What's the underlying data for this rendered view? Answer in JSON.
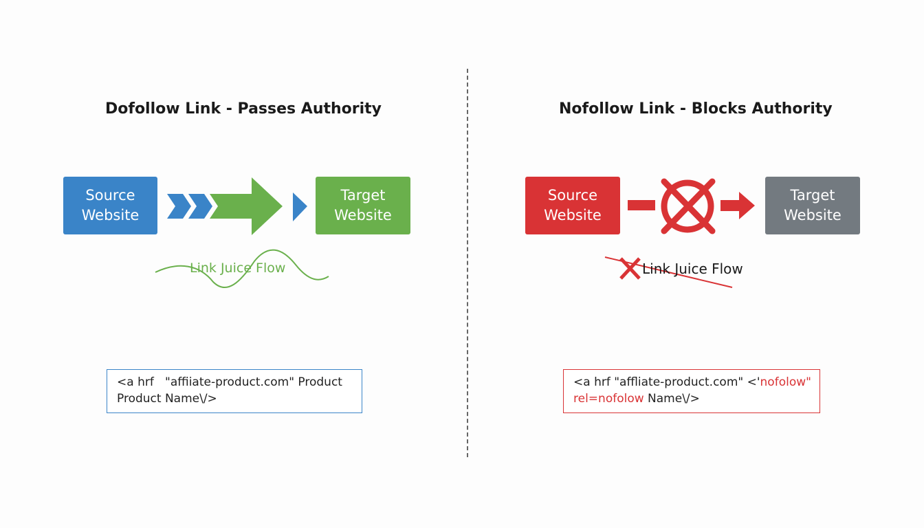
{
  "colors": {
    "blue": "#3a84c8",
    "green": "#6ab04c",
    "red": "#d93335",
    "gray": "#737a80"
  },
  "left": {
    "title": "Dofollow Link - Passes Authority",
    "source": "Source\nWebsite",
    "target": "Target\nWebsite",
    "flow_label": "Link Juice Flow",
    "code_line1": "<a hrf   \"affiiate-product.com\" Product",
    "code_line2": "Product Name\\/>"
  },
  "right": {
    "title": "Nofollow Link - Blocks Authority",
    "source": "Source\nWebsite",
    "target": "Target\nWebsite",
    "flow_label": "Link Juice Flow",
    "code_line1_a": "<a hrf \"affliate-product.com\" <'",
    "code_line1_b": "nofolow\"",
    "code_line2_a": "rel=nofolow",
    "code_line2_b": " Name\\/>"
  }
}
